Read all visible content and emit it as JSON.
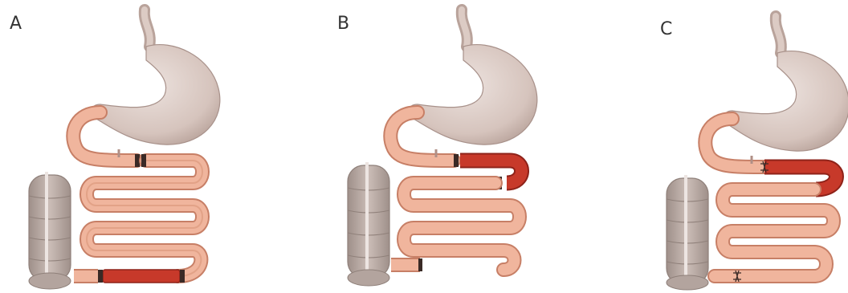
{
  "figure": {
    "panels": [
      {
        "id": "a",
        "label": "A",
        "shows_resected_segment": "distal-ileum"
      },
      {
        "id": "b",
        "label": "B",
        "shows_resected_segment": "proximal-jejunum"
      },
      {
        "id": "c",
        "label": "C",
        "shows_resected_segment": "proximal-jejunum-anastomosed"
      }
    ],
    "colors": {
      "stomach": "#d9c8c1",
      "stomach_shadow": "#b9a39b",
      "bowel": "#f0b59d",
      "bowel_outline": "#c77f66",
      "bowel_lumen": "#e9a688",
      "resected_segment": "#c7392a",
      "resected_outline": "#8e2219",
      "colon": "#b9aaa4",
      "colon_outline": "#8f807a",
      "label_text": "#333333"
    },
    "icons": {
      "stomach": "stomach-icon",
      "small_intestine": "small-intestine-icon",
      "colon": "colon-icon",
      "resected_segment": "resected-segment-icon",
      "suture": "suture-icon"
    }
  }
}
